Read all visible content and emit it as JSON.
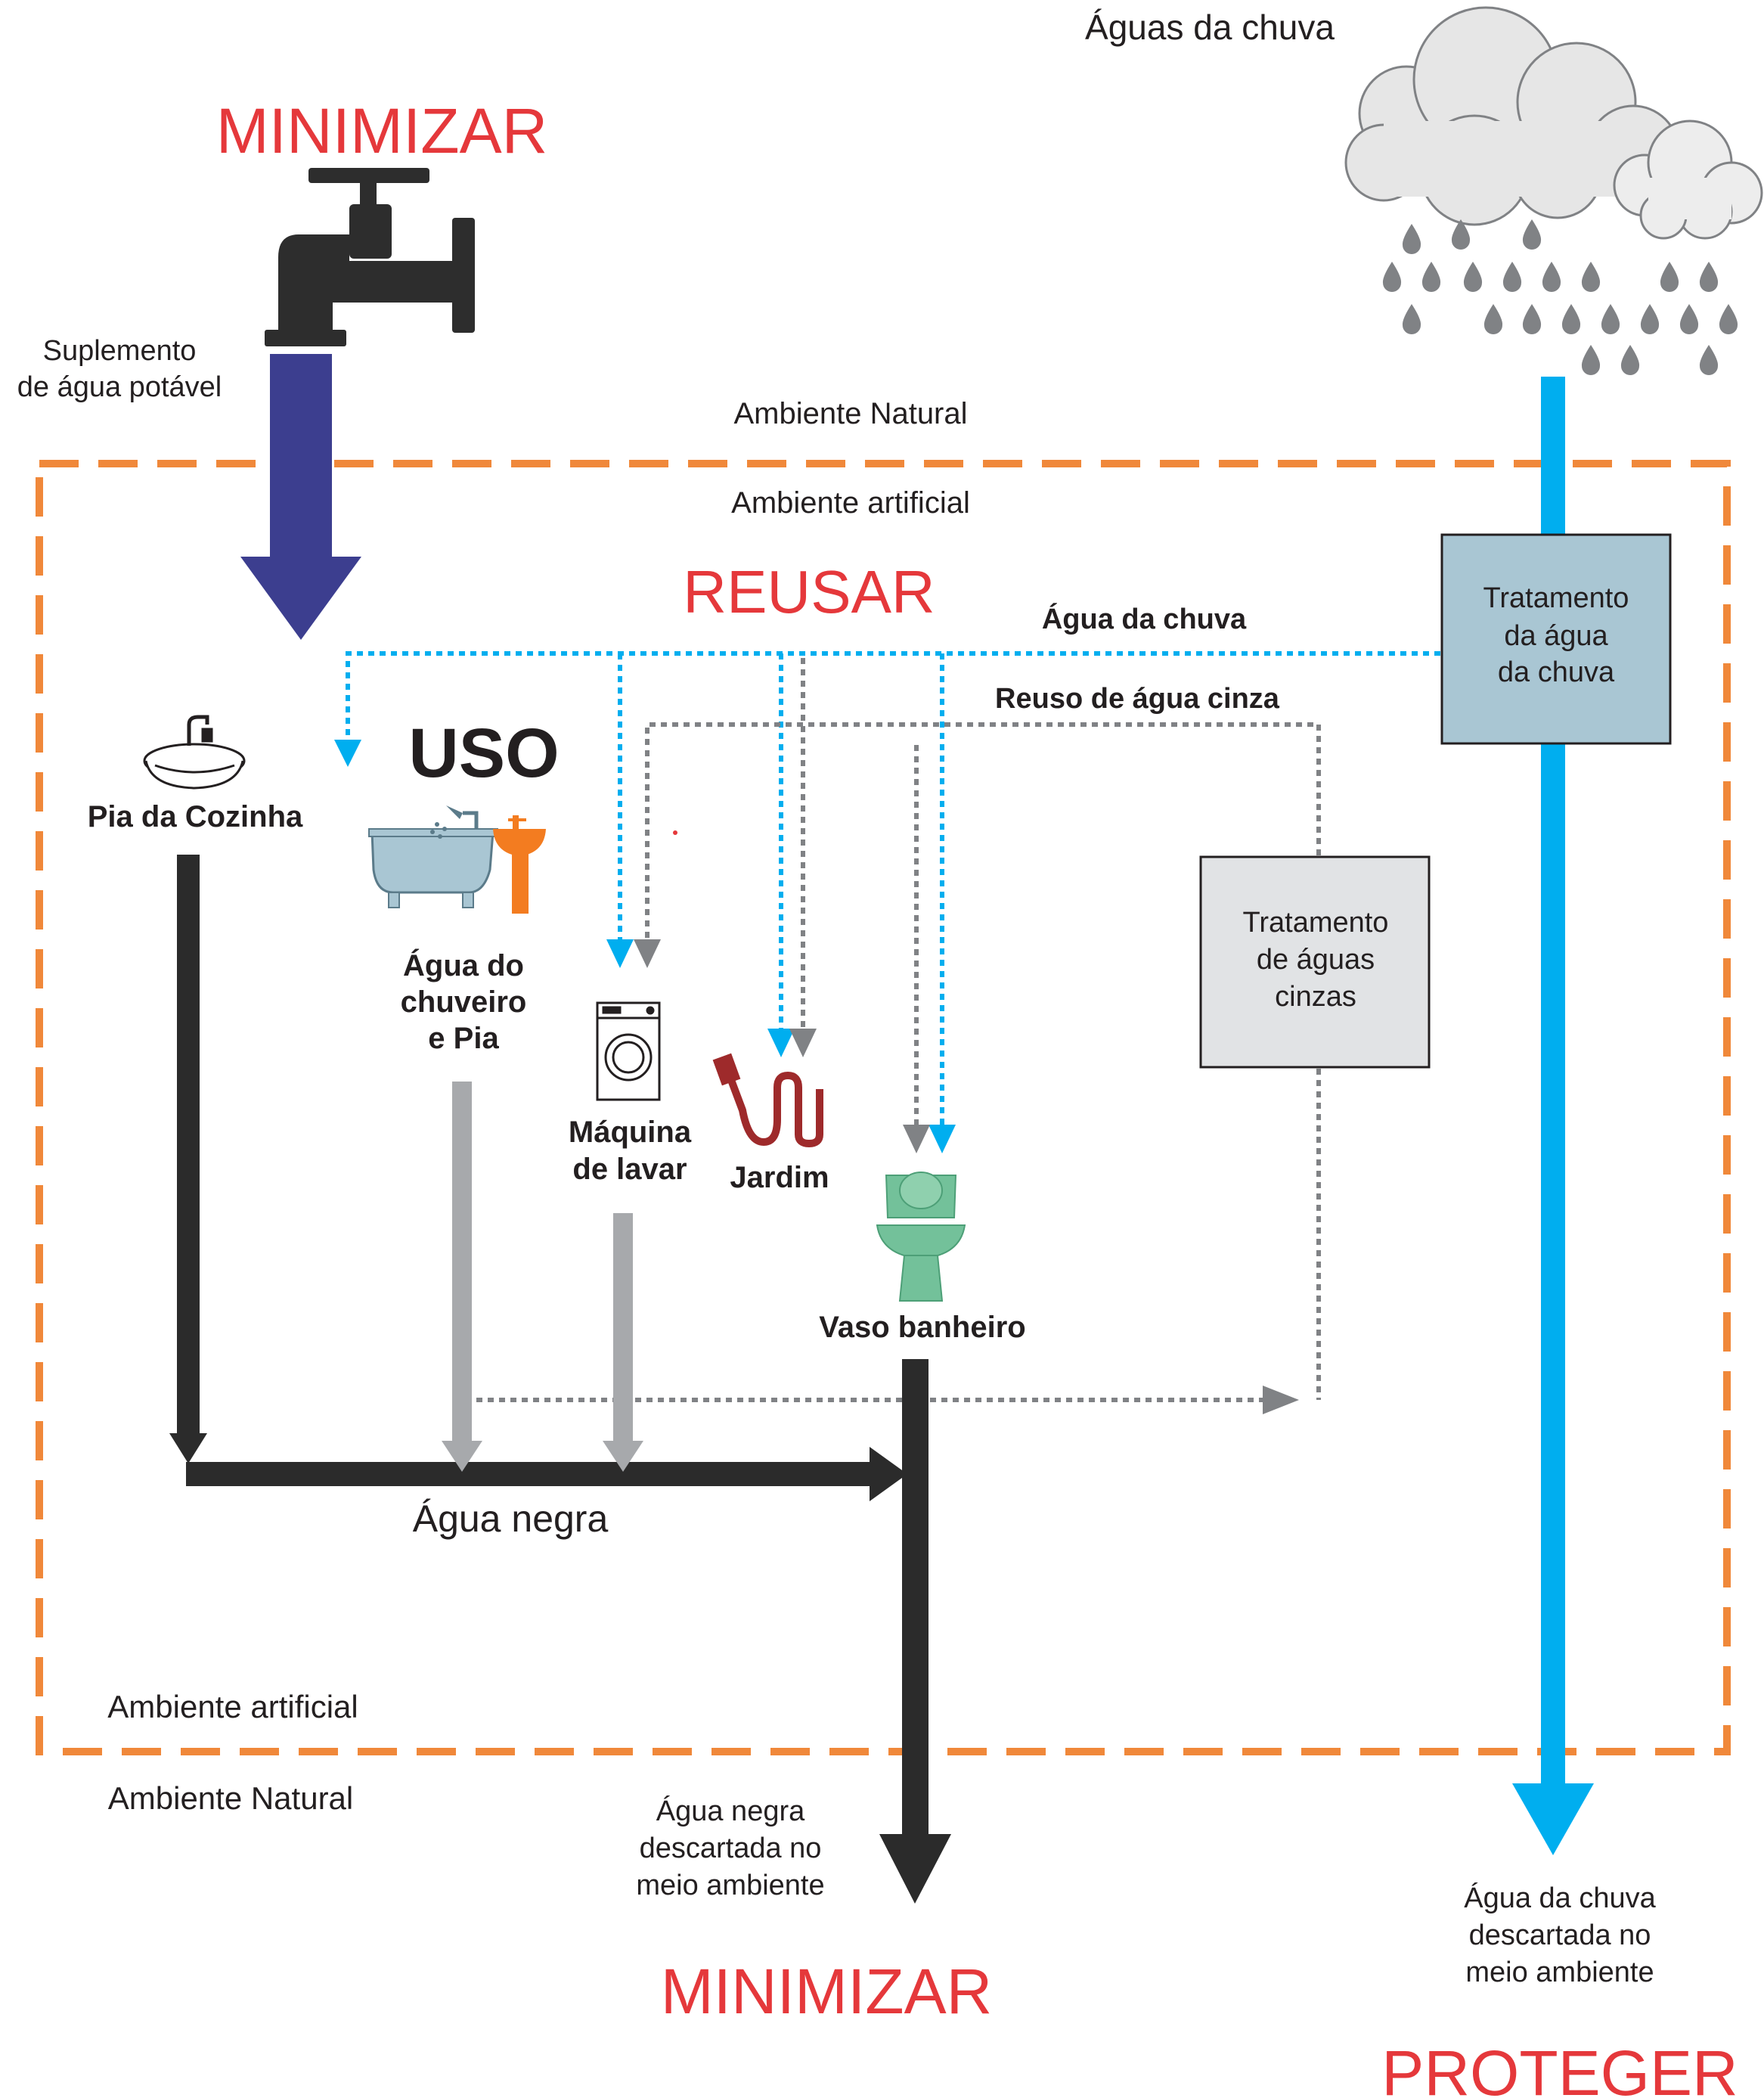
{
  "headings": {
    "minimizar_top": "MINIMIZAR",
    "reusar": "REUSAR",
    "uso": "USO",
    "minimizar_bottom": "MINIMIZAR",
    "proteger": "PROTEGER"
  },
  "labels": {
    "rain_source": "Águas da chuva",
    "supply_line1": "Suplemento",
    "supply_line2": "de água potável",
    "natural_top": "Ambiente Natural",
    "artificial_top": "Ambiente artificial",
    "artificial_bottom": "Ambiente artificial",
    "natural_bottom": "Ambiente Natural",
    "rain_flow": "Água da chuva",
    "grey_reuse": "Reuso de  água cinza",
    "kitchen_sink": "Pia da Cozinha",
    "shower_line1": "Água do",
    "shower_line2": "chuveiro",
    "shower_line3": "e Pia",
    "washer_line1": "Máquina",
    "washer_line2": "de lavar",
    "garden": "Jardim",
    "toilet": "Vaso banheiro",
    "black_water": "Água negra",
    "black_out_line1": "Água negra",
    "black_out_line2": "descartada no",
    "black_out_line3": "meio ambiente",
    "rain_out_line1": "Água da chuva",
    "rain_out_line2": "descartada no",
    "rain_out_line3": "meio ambiente"
  },
  "boxes": {
    "rain_treatment": [
      "Tratamento",
      "da água",
      "da chuva"
    ],
    "grey_treatment": [
      "Tratamento",
      "de águas",
      "cinzas"
    ]
  },
  "icons": [
    "faucet-icon",
    "rain-cloud-icon",
    "kitchen-sink-icon",
    "bathtub-shower-icon",
    "bathroom-sink-icon",
    "washing-machine-icon",
    "garden-hose-icon",
    "toilet-icon"
  ],
  "colors": {
    "heading_red": "#e5383b",
    "potable_water": "#3c3e8f",
    "rain_water": "#00aeef",
    "black_water": "#2b2b2b",
    "grey_water": "#a7a9ac",
    "boundary": "#f0883a",
    "rain_box": "#a9c6d3",
    "grey_box": "#e1e3e5"
  }
}
